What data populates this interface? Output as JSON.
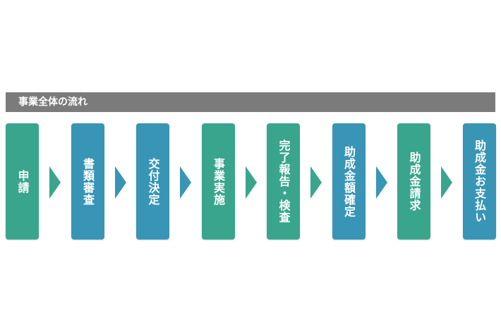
{
  "title": "事業全体の流れ",
  "colors": {
    "green": "#3aa58d",
    "blue": "#3995b5",
    "header": "#7b7b7b"
  },
  "steps": [
    {
      "label": "申請",
      "color": "green"
    },
    {
      "label": "書類審査",
      "color": "blue"
    },
    {
      "label": "交付決定",
      "color": "blue"
    },
    {
      "label": "事業実施",
      "color": "green"
    },
    {
      "label": "完了報告・検査",
      "color": "green"
    },
    {
      "label": "助成金額確定",
      "color": "blue"
    },
    {
      "label": "助成金請求",
      "color": "green"
    },
    {
      "label": "助成金お支払い",
      "color": "blue"
    }
  ]
}
